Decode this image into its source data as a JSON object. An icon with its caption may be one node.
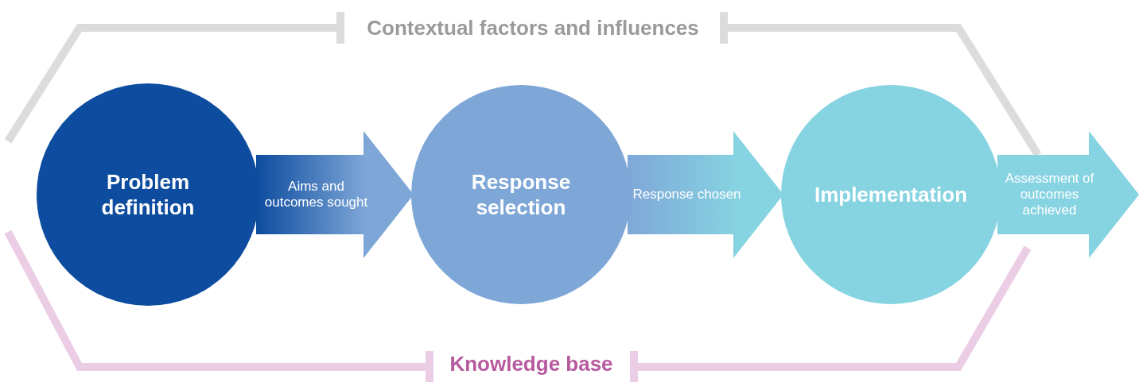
{
  "diagram": {
    "nodes": [
      {
        "text": [
          "Problem definition"
        ]
      },
      {
        "text": [
          "Response selection"
        ]
      },
      {
        "text": [
          "Implementation"
        ]
      }
    ],
    "edges": [
      {
        "from": 0,
        "to": 1,
        "arrow": "to",
        "label": "Aims and outcomes sought"
      },
      {
        "from": 1,
        "to": 2,
        "arrow": "to",
        "label": "Response chosen"
      },
      {
        "from": 2,
        "to": null,
        "arrow": "to",
        "label": "Assessment of outcomes achieved"
      }
    ],
    "labels": [
      "Contextual factors and influences",
      "Knowledge base"
    ]
  }
}
